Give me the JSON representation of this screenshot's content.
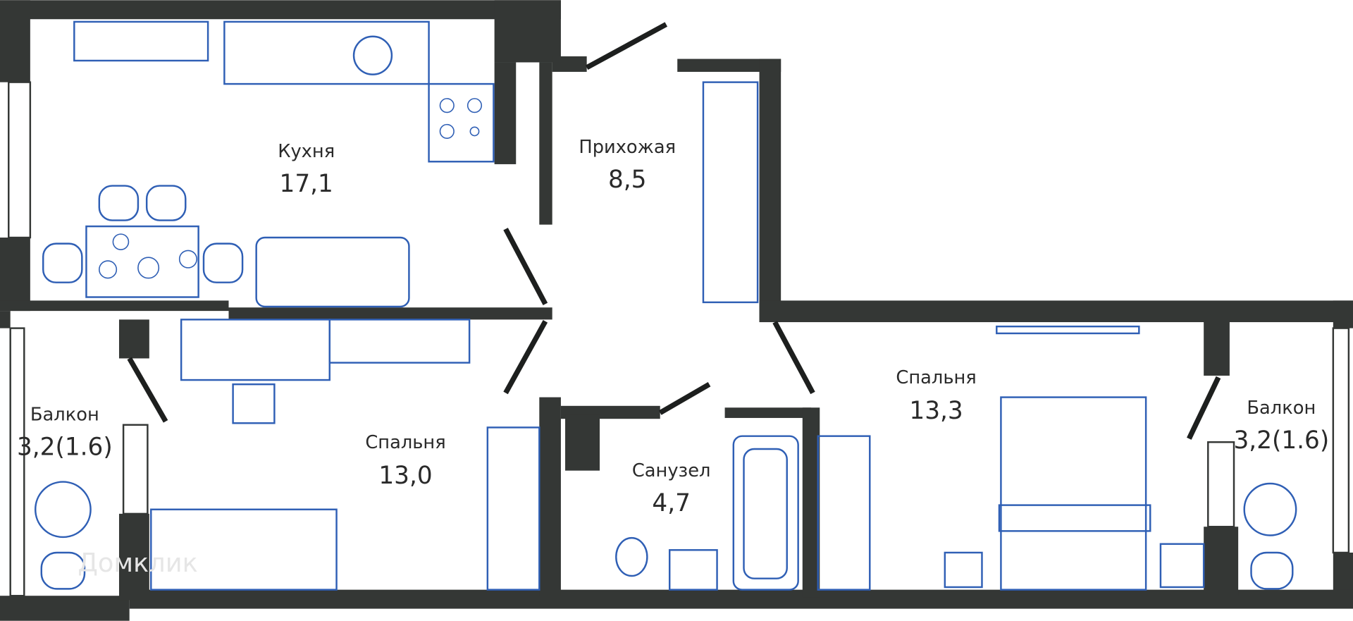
{
  "colors": {
    "walls": "#343735",
    "furniture": "#2f5fb5",
    "background": "#ffffff"
  },
  "watermark": "Домклик",
  "rooms": [
    {
      "name": "Кухня",
      "area": "17,1"
    },
    {
      "name": "Прихожая",
      "area": "8,5"
    },
    {
      "name": "Спальня",
      "area": "13,0"
    },
    {
      "name": "Санузел",
      "area": "4,7"
    },
    {
      "name": "Спальня",
      "area": "13,3"
    },
    {
      "name": "Балкон",
      "area": "3,2(1.6)"
    },
    {
      "name": "Балкон",
      "area": "3,2(1.6)"
    }
  ]
}
